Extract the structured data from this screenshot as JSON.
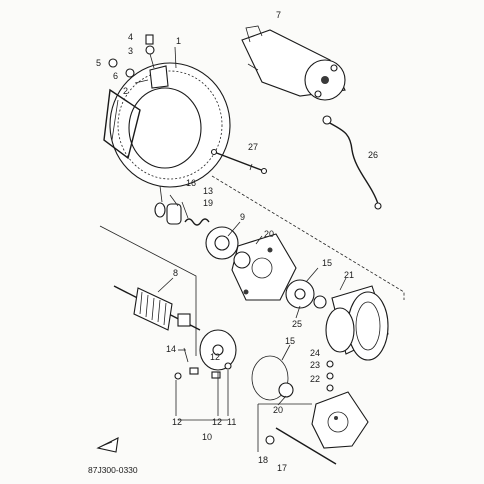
{
  "diagram": {
    "code": "87J300-0330",
    "callouts": [
      "1",
      "2",
      "3",
      "4",
      "5",
      "6",
      "7",
      "8",
      "9",
      "10",
      "11",
      "12",
      "12",
      "12",
      "13",
      "14",
      "15",
      "15",
      "16",
      "17",
      "18",
      "19",
      "20",
      "20",
      "21",
      "22",
      "23",
      "24",
      "25",
      "26",
      "27"
    ]
  },
  "colors": {
    "ink": "#1a1a1a",
    "paper": "#fbfbf9"
  },
  "icons": {
    "front_marker": "fwd-arrow-icon"
  }
}
